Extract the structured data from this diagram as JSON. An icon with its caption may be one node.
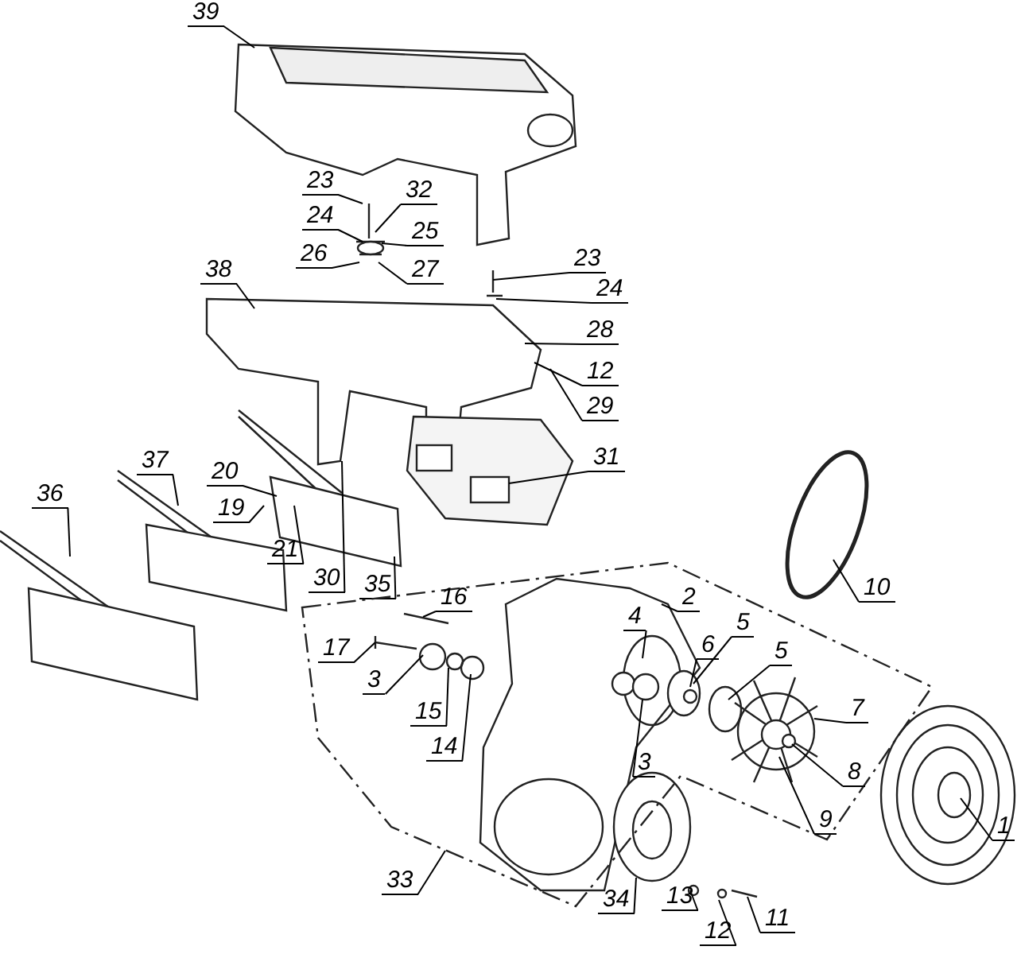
{
  "diagram": {
    "nodes": [
      {
        "text": [
          "39"
        ]
      },
      {
        "text": [
          "23"
        ]
      },
      {
        "text": [
          "32"
        ]
      },
      {
        "text": [
          "24"
        ]
      },
      {
        "text": [
          "25"
        ]
      },
      {
        "text": [
          "26"
        ]
      },
      {
        "text": [
          "27"
        ]
      },
      {
        "text": [
          "23"
        ]
      },
      {
        "text": [
          "24"
        ]
      },
      {
        "text": [
          "38"
        ]
      },
      {
        "text": [
          "28"
        ]
      },
      {
        "text": [
          "12"
        ]
      },
      {
        "text": [
          "29"
        ]
      },
      {
        "text": [
          "37"
        ]
      },
      {
        "text": [
          "20"
        ]
      },
      {
        "text": [
          "31"
        ]
      },
      {
        "text": [
          "36"
        ]
      },
      {
        "text": [
          "19"
        ]
      },
      {
        "text": [
          "21"
        ]
      },
      {
        "text": [
          "30"
        ]
      },
      {
        "text": [
          "35"
        ]
      },
      {
        "text": [
          "10"
        ]
      },
      {
        "text": [
          "16"
        ],
        "in": 42
      },
      {
        "text": [
          "2"
        ],
        "in": 42
      },
      {
        "text": [
          "4"
        ],
        "in": 42
      },
      {
        "text": [
          "5"
        ],
        "in": 42
      },
      {
        "text": [
          "17"
        ],
        "in": 42
      },
      {
        "text": [
          "6"
        ],
        "in": 42
      },
      {
        "text": [
          "5"
        ],
        "in": 42
      },
      {
        "text": [
          "3"
        ],
        "in": 42
      },
      {
        "text": [
          "15"
        ],
        "in": 42
      },
      {
        "text": [
          "14"
        ],
        "in": 42
      },
      {
        "text": [
          "7"
        ],
        "in": 42
      },
      {
        "text": [
          "3"
        ],
        "in": 42
      },
      {
        "text": [
          "8"
        ],
        "in": 42
      },
      {
        "text": [
          "9"
        ],
        "in": 42
      },
      {
        "text": [
          "1"
        ]
      },
      {
        "text": [
          "33"
        ]
      },
      {
        "text": [
          "34"
        ]
      },
      {
        "text": [
          "13"
        ]
      },
      {
        "text": [
          "12"
        ]
      },
      {
        "text": [
          "11"
        ]
      },
      {
        "text": [],
        "shape": "polygon"
      }
    ],
    "edges": [
      {
        "from": 0,
        "to": null,
        "arrow": "none"
      },
      {
        "from": 1,
        "to": null,
        "arrow": "none"
      },
      {
        "from": 2,
        "to": null,
        "arrow": "none"
      },
      {
        "from": 3,
        "to": null,
        "arrow": "none"
      },
      {
        "from": 4,
        "to": null,
        "arrow": "none"
      },
      {
        "from": 5,
        "to": null,
        "arrow": "none"
      },
      {
        "from": 6,
        "to": null,
        "arrow": "none"
      },
      {
        "from": 7,
        "to": null,
        "arrow": "none"
      },
      {
        "from": 8,
        "to": null,
        "arrow": "none"
      },
      {
        "from": 9,
        "to": null,
        "arrow": "none"
      },
      {
        "from": 10,
        "to": null,
        "arrow": "none"
      },
      {
        "from": 11,
        "to": null,
        "arrow": "none"
      },
      {
        "from": 12,
        "to": null,
        "arrow": "none"
      },
      {
        "from": 13,
        "to": null,
        "arrow": "none"
      },
      {
        "from": 14,
        "to": null,
        "arrow": "none"
      },
      {
        "from": 15,
        "to": null,
        "arrow": "none"
      },
      {
        "from": 16,
        "to": null,
        "arrow": "none"
      },
      {
        "from": 17,
        "to": null,
        "arrow": "none"
      },
      {
        "from": 18,
        "to": null,
        "arrow": "none"
      },
      {
        "from": 19,
        "to": null,
        "arrow": "none"
      },
      {
        "from": 20,
        "to": null,
        "arrow": "none"
      },
      {
        "from": 21,
        "to": null,
        "arrow": "none"
      },
      {
        "from": 22,
        "to": null,
        "arrow": "none"
      },
      {
        "from": 23,
        "to": null,
        "arrow": "none"
      },
      {
        "from": 24,
        "to": null,
        "arrow": "none"
      },
      {
        "from": 25,
        "to": null,
        "arrow": "none"
      },
      {
        "from": 26,
        "to": null,
        "arrow": "none"
      },
      {
        "from": 27,
        "to": null,
        "arrow": "none"
      },
      {
        "from": 28,
        "to": null,
        "arrow": "none"
      },
      {
        "from": 29,
        "to": null,
        "arrow": "none"
      },
      {
        "from": 30,
        "to": null,
        "arrow": "none"
      },
      {
        "from": 31,
        "to": null,
        "arrow": "none"
      },
      {
        "from": 32,
        "to": null,
        "arrow": "none"
      },
      {
        "from": 33,
        "to": null,
        "arrow": "none"
      },
      {
        "from": 34,
        "to": null,
        "arrow": "none"
      },
      {
        "from": 35,
        "to": null,
        "arrow": "none"
      },
      {
        "from": 36,
        "to": null,
        "arrow": "none"
      },
      {
        "from": 37,
        "to": 42,
        "arrow": "none"
      },
      {
        "from": 38,
        "to": null,
        "arrow": "none"
      },
      {
        "from": 39,
        "to": null,
        "arrow": "none"
      },
      {
        "from": 40,
        "to": null,
        "arrow": "none"
      },
      {
        "from": 41,
        "to": null,
        "arrow": "none"
      }
    ]
  }
}
